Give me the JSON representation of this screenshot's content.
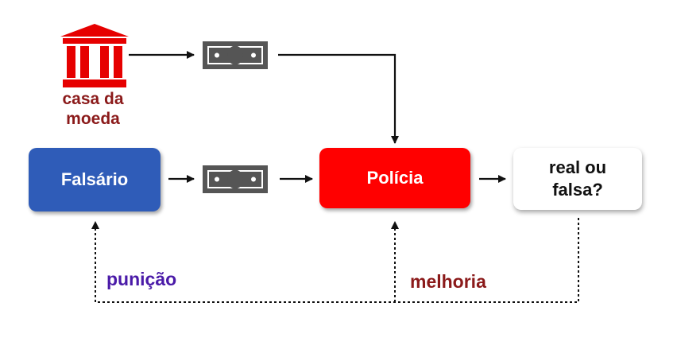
{
  "nodes": {
    "mint": {
      "label": "casa da moeda",
      "icon": "bank-icon",
      "color": "#e60000",
      "label_color": "#8b1a1a"
    },
    "counterfeiter": {
      "label": "Falsário",
      "color": "#2f5cb8"
    },
    "police": {
      "label": "Polícia",
      "color": "#ff0000"
    },
    "verdict": {
      "label": "real ou falsa?"
    }
  },
  "edge_labels": {
    "punishment": {
      "text": "punição",
      "color": "#4a1aa8"
    },
    "improvement": {
      "text": "melhoria",
      "color": "#8b1a1a"
    }
  },
  "icons": {
    "banknote": "banknote-icon"
  },
  "edges": [
    {
      "from": "mint",
      "to": "police",
      "via": "banknote-icon",
      "style": "solid"
    },
    {
      "from": "counterfeiter",
      "to": "police",
      "via": "banknote-icon",
      "style": "solid"
    },
    {
      "from": "police",
      "to": "verdict",
      "style": "solid"
    },
    {
      "from": "verdict",
      "to": "counterfeiter",
      "label": "punição",
      "style": "dotted"
    },
    {
      "from": "verdict",
      "to": "police",
      "label": "melhoria",
      "style": "dotted"
    }
  ]
}
